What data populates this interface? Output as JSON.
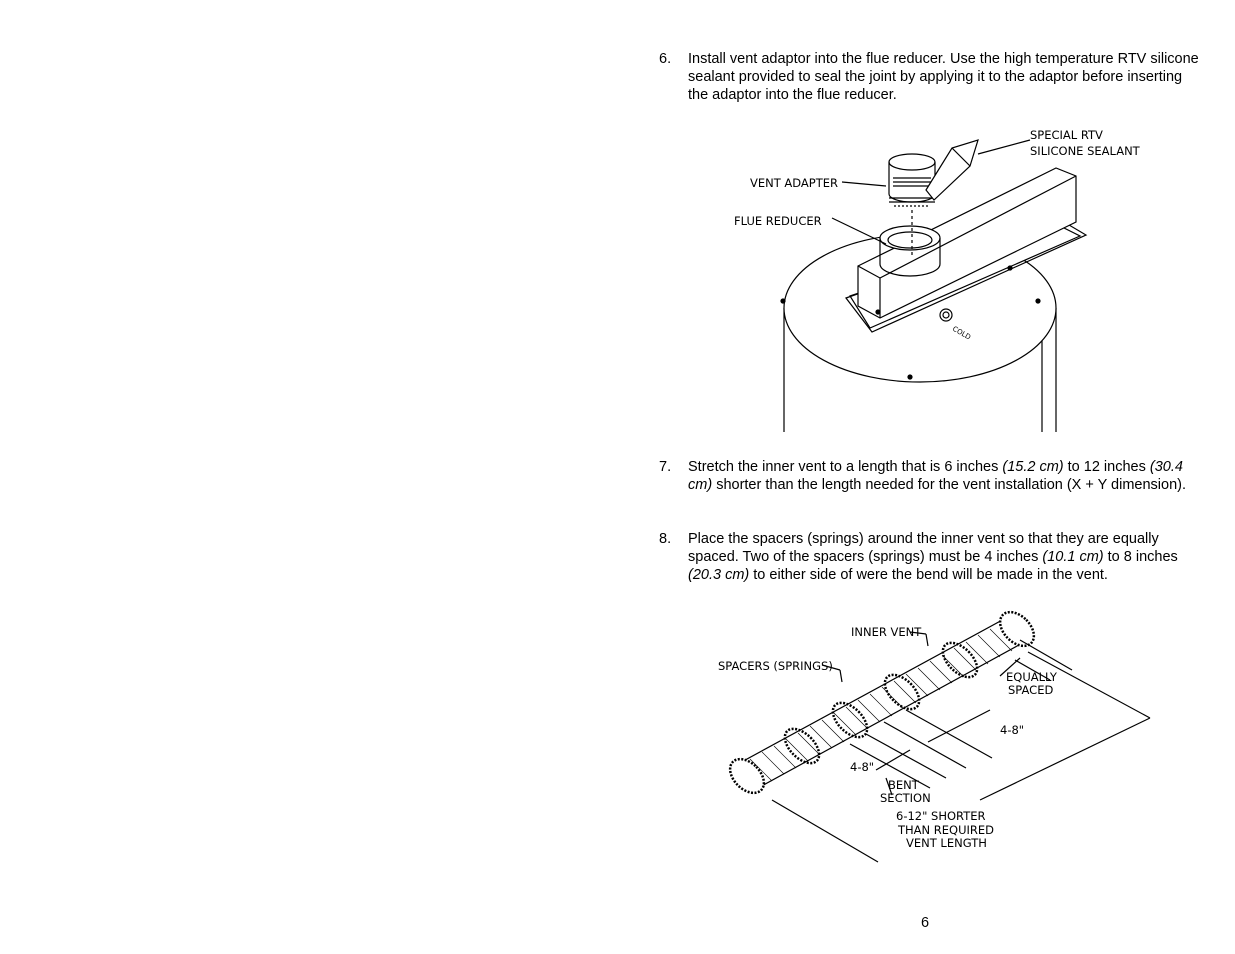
{
  "steps": [
    {
      "number": "6.",
      "text": "Install vent adaptor into the flue reducer.  Use the high temperature RTV silicone sealant provided to seal the joint by applying it to the adaptor before inserting the adaptor into the flue reducer."
    },
    {
      "number": "7.",
      "parts": {
        "a": "Stretch the inner vent to a length that is 6 inches ",
        "b": "(15.2 cm)",
        "c": " to 12 inches ",
        "d": "(30.4 cm)",
        "e": " shorter than the length needed for the vent installation (X + Y dimension)."
      }
    },
    {
      "number": "8.",
      "parts": {
        "a": "Place the spacers (springs) around the inner vent so that they are equally spaced. Two of the spacers (springs) must be 4 inches ",
        "b": "(10.1 cm)",
        "c": " to 8 inches ",
        "d": "(20.3 cm)",
        "e": " to either side of were the bend will be made in the vent."
      }
    }
  ],
  "figure1": {
    "label_sealant_line1": "SPECIAL  RTV",
    "label_sealant_line2": "SILICONE  SEALANT",
    "label_vent_adapter": "VENT  ADAPTER",
    "label_flue_reducer": "FLUE  REDUCER",
    "label_cold": "COLD"
  },
  "figure2": {
    "label_inner_vent": "INNER  VENT",
    "label_spacers": "SPACERS  (SPRINGS)",
    "label_equally_line1": "EQUALLY",
    "label_equally_line2": "SPACED",
    "label_dim_right": "4-8\"",
    "label_dim_left": "4-8\"",
    "label_bent_line1": "BENT",
    "label_bent_line2": "SECTION",
    "label_shorter_line1": "6-12\"  SHORTER",
    "label_shorter_line2": "THAN  REQUIRED",
    "label_shorter_line3": "VENT  LENGTH"
  },
  "page_number": "6"
}
